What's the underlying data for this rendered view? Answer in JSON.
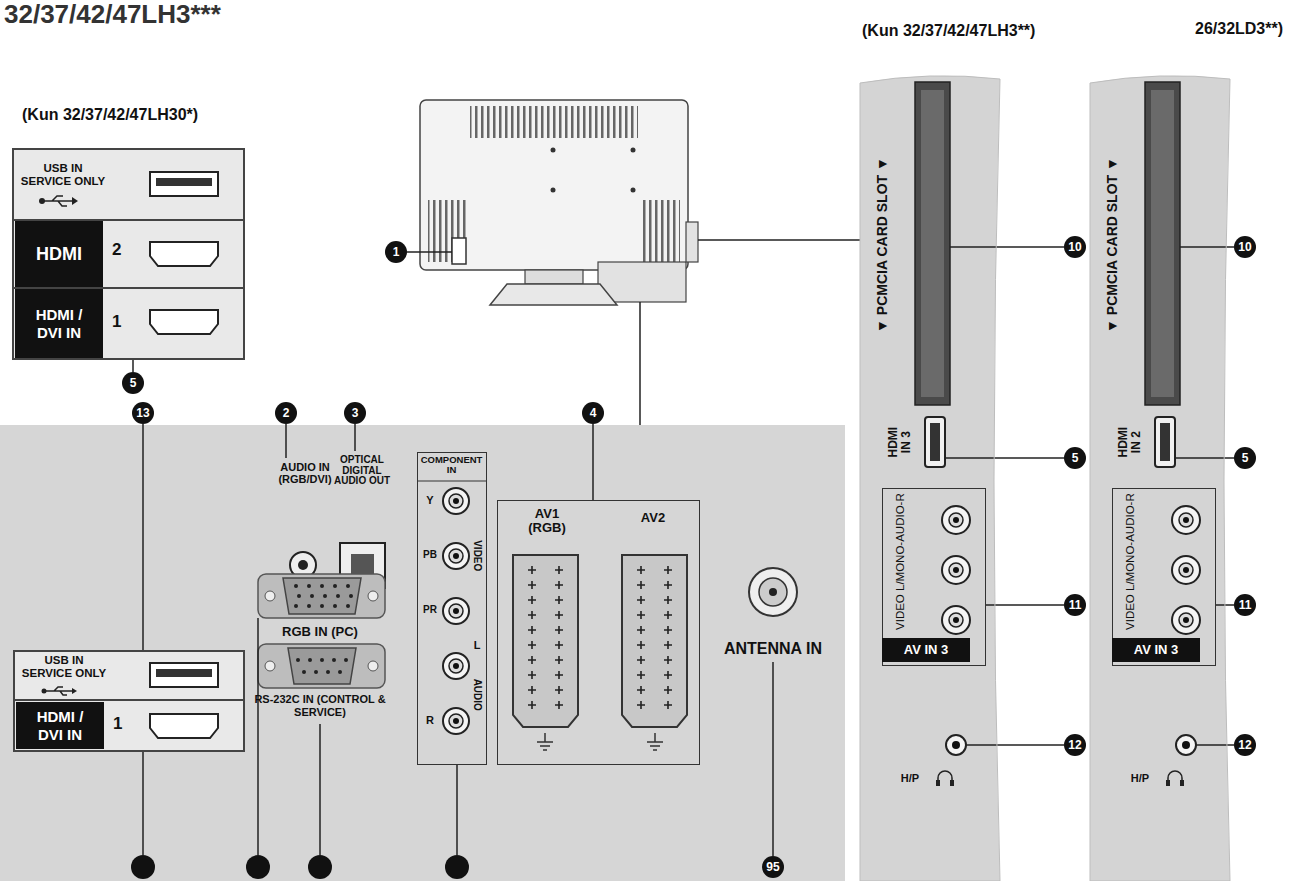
{
  "diagram": {
    "nodes": [
      {
        "text": [
          "USB IN SERVICE ONLY",
          "HDMI",
          "2",
          "HDMI / DVI IN",
          "1"
        ]
      },
      {
        "text": [
          "AUDIO IN (RGB/DVI)",
          "OPTICAL DIGITAL AUDIO OUT",
          "RGB IN (PC)",
          "RS-232C IN (CONTROL & SERVICE)",
          "ANTENNA IN"
        ]
      },
      {
        "text": [
          "USB IN SERVICE ONLY",
          "HDMI / DVI IN",
          "1"
        ],
        "in": 1
      },
      {
        "text": [
          "COMPONENT IN",
          "VIDEO",
          "Y",
          "PB",
          "PR",
          "L",
          "AUDIO",
          "R"
        ],
        "in": 1
      },
      {
        "text": [
          "AV1 (RGB)",
          "AV2"
        ],
        "in": 1
      },
      {
        "text": [
          "▼ PCMCIA CARD SLOT ▼",
          "HDMI IN 3",
          "H/P"
        ]
      },
      {
        "text": [
          "VIDEO L/MONO-AUDIO-R",
          "AV IN 3"
        ],
        "in": 5
      },
      {
        "text": [
          "▼ PCMCIA CARD SLOT ▼",
          "HDMI IN 2",
          "H/P"
        ]
      },
      {
        "text": [
          "VIDEO L/MONO-AUDIO-R",
          "AV IN 3"
        ],
        "in": 7
      }
    ],
    "labels": [
      "32/37/42/47LH3***",
      "(Kun 32/37/42/47LH3**)",
      "26/32LD3**)",
      "(Kun 32/37/42/47LH30*)",
      "5",
      "1",
      "13",
      "2",
      "3",
      "4",
      "10",
      "5",
      "11",
      "12",
      "10",
      "5",
      "11",
      "12",
      "95"
    ]
  }
}
